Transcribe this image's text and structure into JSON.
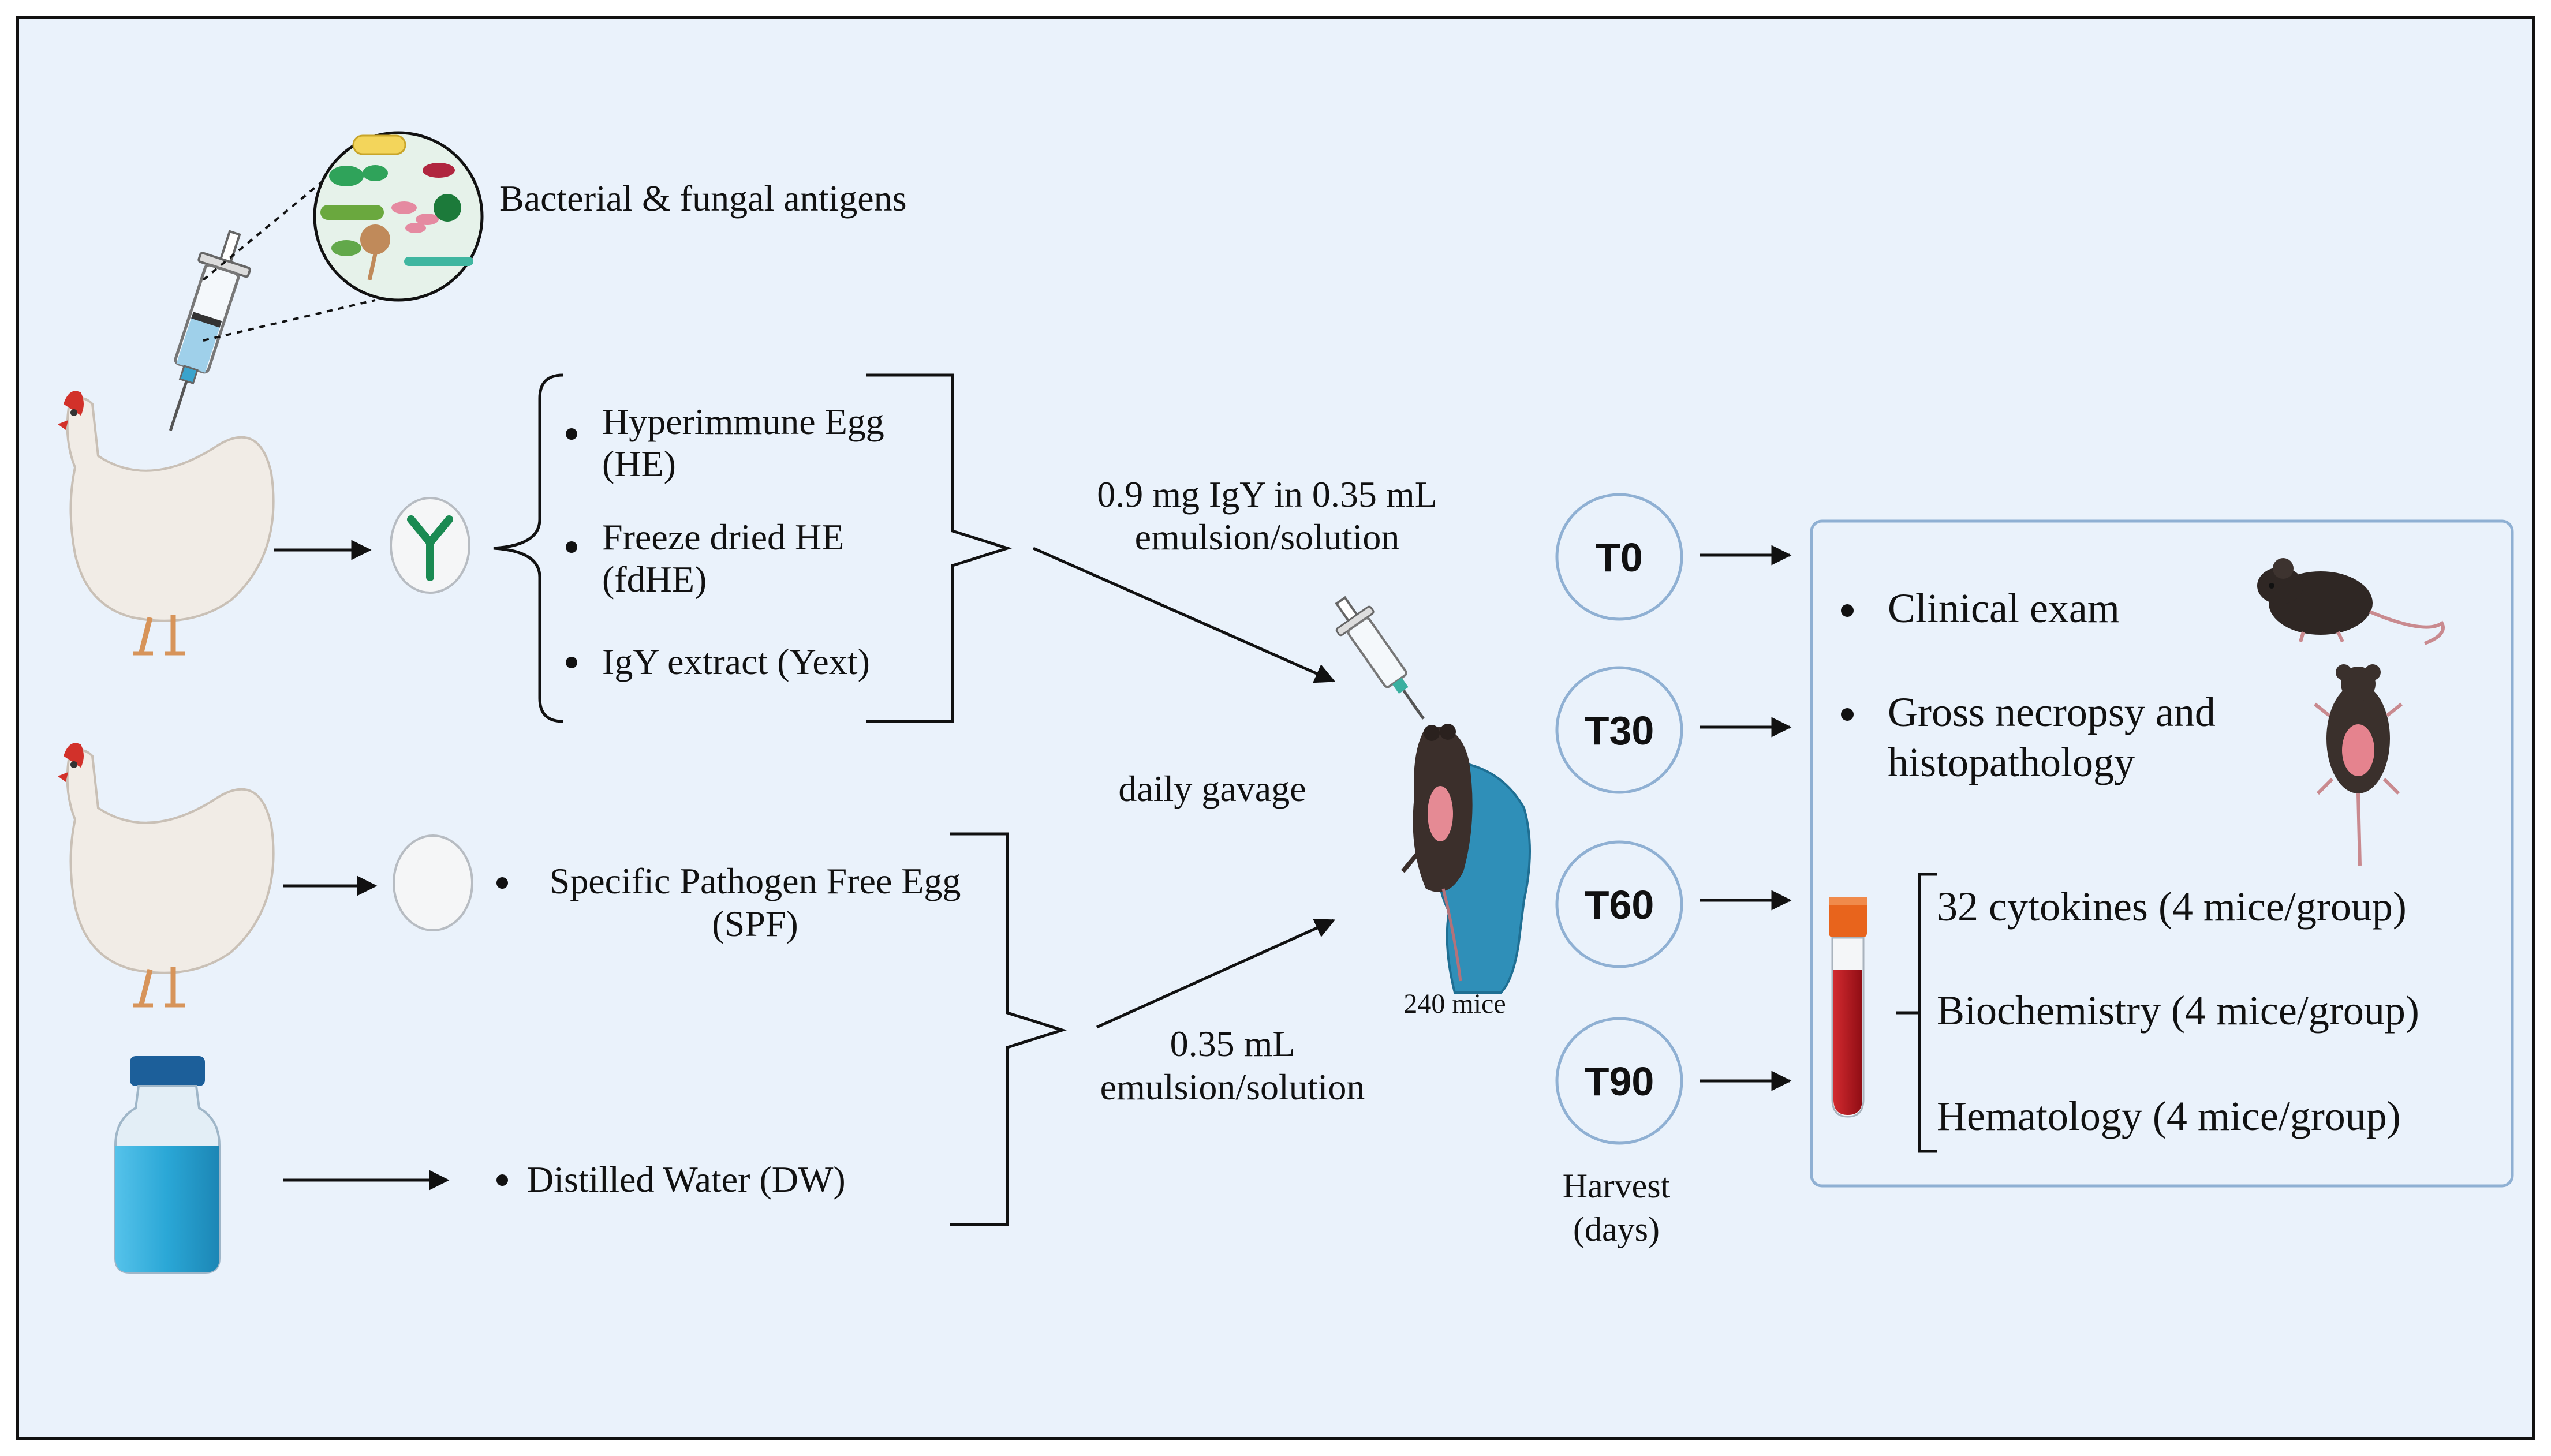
{
  "antigens_label": "Bacterial & fungal antigens",
  "egg_products": [
    {
      "line1": "Hyperimmune Egg",
      "line2": "(HE)"
    },
    {
      "line1": "Freeze dried HE",
      "line2": "(fdHE)"
    },
    {
      "line1": "IgY extract (Yext)",
      "line2": ""
    }
  ],
  "spf": {
    "line1": "Specific Pathogen Free Egg",
    "line2": "(SPF)"
  },
  "dw_label": "Distilled Water (DW)",
  "dose_treatment": {
    "line1": "0.9 mg IgY in 0.35 mL",
    "line2": "emulsion/solution"
  },
  "dose_control": {
    "line1": "0.35 mL",
    "line2": "emulsion/solution"
  },
  "gavage_label": "daily gavage",
  "mice_count": "240 mice",
  "timepoints": [
    "T0",
    "T30",
    "T60",
    "T90"
  ],
  "harvest": {
    "line1": "Harvest",
    "line2": "(days)"
  },
  "outcomes": {
    "clinical": "Clinical exam",
    "necropsy_line1": "Gross necropsy and",
    "necropsy_line2": "histopathology",
    "blood_tests": [
      "32 cytokines (4 mice/group)",
      "Biochemistry (4 mice/group)",
      "Hematology (4 mice/group)"
    ]
  },
  "colors": {
    "background": "#eaf2fb",
    "border": "#111111",
    "box_stroke": "#8fb0d3",
    "antibody": "#1a8a52",
    "glove": "#2f8fb8",
    "blood": "#b3111b",
    "cap": "#e8641c",
    "bottle_cap": "#1c5f9a",
    "bottle_liquid": "#2aa7d6"
  }
}
